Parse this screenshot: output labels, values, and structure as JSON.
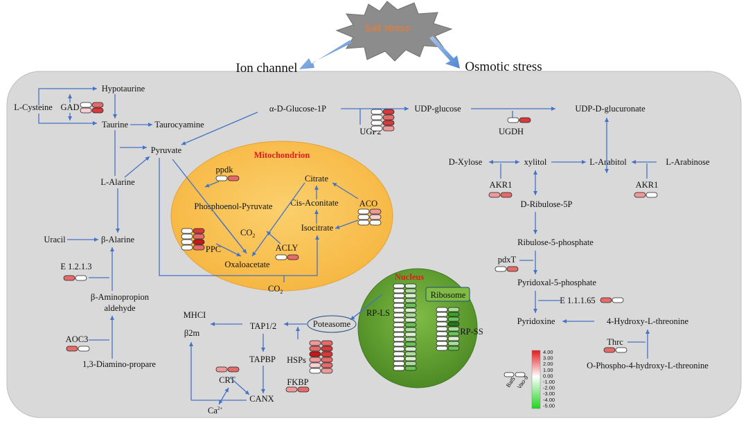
{
  "title": "Salt stress",
  "branches": {
    "left": "Ion channel",
    "right": "Osmotic stress"
  },
  "compartments": {
    "mito": "Mitochondrion",
    "nucleus": "Nucleus",
    "ribosome": "Ribosome",
    "proteasome": "Poteasome"
  },
  "metabolites": {
    "lcys": "L-Cysteine",
    "hypotaurine": "Hypotaurine",
    "taurine": "Taurine",
    "taurocyamine": "Taurocyamine",
    "pyruvate": "Pyruvate",
    "lalarine": "L-Alarine",
    "uracil": "Uracil",
    "balarine": "β-Alarine",
    "bamino1": "β-Aminopropion",
    "bamino2": "aldehyde",
    "diamino": "1,3-Diamino-propare",
    "g1p": "α-D-Glucose-1P",
    "udpg": "UDP-glucose",
    "udpgluc": "UDP-D-glucuronate",
    "dxylose": "D-Xylose",
    "xylitol": "xylitol",
    "larabitol": "L-Arabitol",
    "larabinose": "L-Arabinose",
    "dribulose": "D-Ribulose-5P",
    "ribulose5p": "Ribulose-5-phosphate",
    "pyridoxal5p": "Pyridoxal-5-phosphate",
    "pyridoxine": "Pyridoxine",
    "hydroxythr": "4-Hydroxy-L-threonine",
    "ophospho": "O-Phospho-4-hydroxy-L-threonine",
    "pep": "Phosphoenol-Pyruvate",
    "citrate": "Citrate",
    "cisacon": "Cis-Aconitate",
    "isocitrate": "Isocitrate",
    "oxaloacetate": "Oxaloacetate",
    "co2": "CO",
    "two": "2",
    "ca": "Ca",
    "ca_sup": "2+",
    "mhci": "MHCI",
    "b2m": "β2m",
    "tap": "TAP1/2",
    "tapbp": "TAPBP",
    "canx": "CANX"
  },
  "enzymes": {
    "gad": "GAD",
    "ugp2": "UGP2",
    "ugdh": "UGDH",
    "akr1a": "AKR1",
    "akr1b": "AKR1",
    "pdxt": "pdxT",
    "e1211": "E 1.1.1.65",
    "thrc": "Thrc",
    "e1213": "E 1.2.1.3",
    "aoc3": "AOC3",
    "ppdk": "ppdk",
    "aco": "ACO",
    "ppc": "PPC",
    "acly": "ACLY",
    "crt": "CRT",
    "hsps": "HSPs",
    "fkbp": "FKBP",
    "rpls": "RP-LS",
    "rpss": "RP-SS"
  },
  "legend": {
    "ticks": [
      "4.00",
      "3.00",
      "2.00",
      "1.00",
      "0.00",
      "-1.00",
      "-2.00",
      "-3.00",
      "-4.00",
      "-5.00"
    ],
    "samples": [
      "Bal5",
      "Vao-9"
    ],
    "colors": {
      "high": "#e41a1c",
      "mid": "#ffffff",
      "low": "#1fd41f"
    }
  },
  "colors": {
    "arrow": "#4472c4",
    "mito": "#f9be4d",
    "nucleus": "#6aa336",
    "panel": "#d9d9d9"
  }
}
